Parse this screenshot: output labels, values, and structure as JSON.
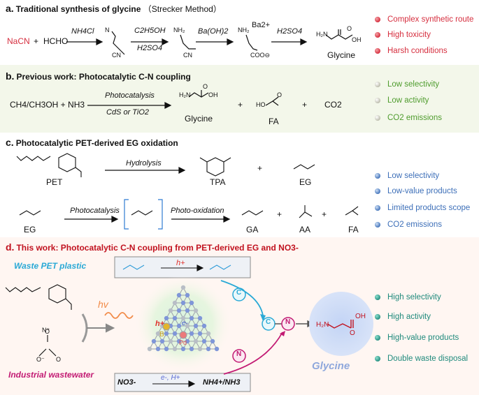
{
  "panel_a": {
    "label": "a.",
    "title": "Traditional synthesis of glycine",
    "method": "（Strecker Method）",
    "nacn": "NaCN",
    "plus": "+",
    "hcho": "HCHO",
    "cond1": "NH4Cl",
    "cond2_top": "C2H5OH",
    "cond2_bottom": "H2SO4",
    "cond3": "Ba(OH)2",
    "ba": "Ba2+",
    "cond4": "H2SO4",
    "product": "Glycine",
    "bullets": [
      "Complex synthetic route",
      "High toxicity",
      "Harsh conditions"
    ],
    "bullet_color": "#d62f3f"
  },
  "panel_b": {
    "label": "b.",
    "title": "Previous work: Photocatalytic C-N coupling",
    "reactants": "CH4/CH3OH + NH3",
    "cond_top": "Photocatalysis",
    "cond_bottom": "CdS or TiO2",
    "product1": "Glycine",
    "product2": "FA",
    "product3": "CO2",
    "bullets": [
      "Low selectivity",
      "Low activity",
      "CO2 emissions"
    ],
    "bullet_color": "#4f9c2e"
  },
  "panel_c": {
    "label": "c.",
    "title": "Photocatalytic PET-derived EG oxidation",
    "pet": "PET",
    "hydrolysis": "Hydrolysis",
    "tpa": "TPA",
    "eg": "EG",
    "eg2": "EG",
    "photocatalysis": "Photocatalysis",
    "photooxidation": "Photo-oxidation",
    "ga": "GA",
    "aa": "AA",
    "fa": "FA",
    "bullets": [
      "Low selectivity",
      "Low-value products",
      "Limited products scope",
      "CO2 emissions"
    ],
    "bullet_color": "#3d6fb8"
  },
  "panel_d": {
    "label": "d.",
    "title": "This work: Photocatalytic C-N coupling from PET-derived EG and NO3-",
    "waste_pet": "Waste PET plastic",
    "wastewater": "Industrial wastewater",
    "hv": "hv",
    "hplus": "h+",
    "eminus": "e-",
    "box_top_label": "h+",
    "box_bottom_left": "NO3-",
    "box_bottom_cond": "e-, H+",
    "box_bottom_right": "NH4+/NH3",
    "c_label": "C",
    "n_label": "N",
    "b_label": "B",
    "pd_label": "Pd",
    "glycine": "Glycine",
    "bullets": [
      "High selectivity",
      "High activity",
      "High-value products",
      "Double waste disposal"
    ],
    "bullet_color": "#1f8a7c"
  }
}
